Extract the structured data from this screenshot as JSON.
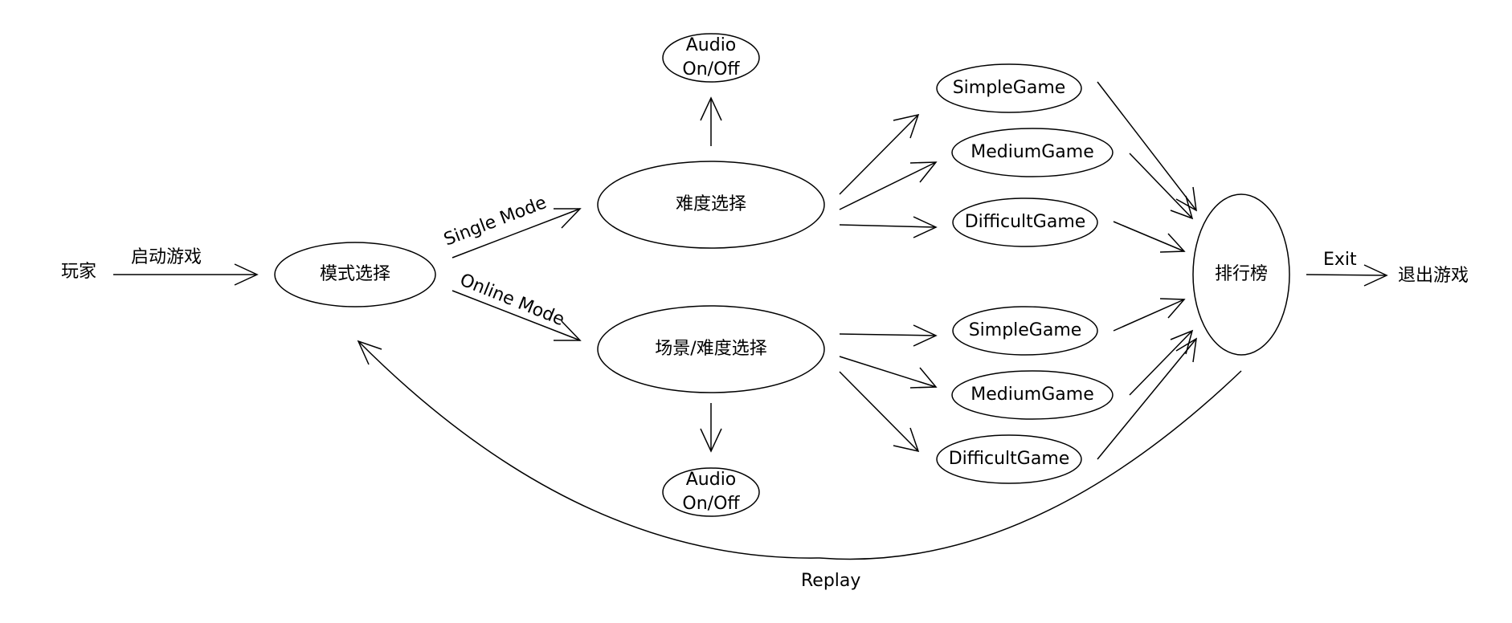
{
  "colors": {
    "stroke": "#000000",
    "background": "#ffffff"
  },
  "nodes": {
    "player": "玩家",
    "mode_select": "模式选择",
    "difficulty_select": "难度选择",
    "scene_difficulty_select": "场景/难度选择",
    "audio_top_line1": "Audio",
    "audio_top_line2": "On/Off",
    "audio_bottom_line1": "Audio",
    "audio_bottom_line2": "On/Off",
    "single_simple": "SimpleGame",
    "single_medium": "MediumGame",
    "single_difficult": "DifficultGame",
    "online_simple": "SimpleGame",
    "online_medium": "MediumGame",
    "online_difficult": "DifficultGame",
    "leaderboard": "排行榜",
    "exit_game": "退出游戏"
  },
  "edges": {
    "start_game": "启动游戏",
    "single_mode": "Single Mode",
    "online_mode": "Online Mode",
    "exit": "Exit",
    "replay": "Replay"
  }
}
